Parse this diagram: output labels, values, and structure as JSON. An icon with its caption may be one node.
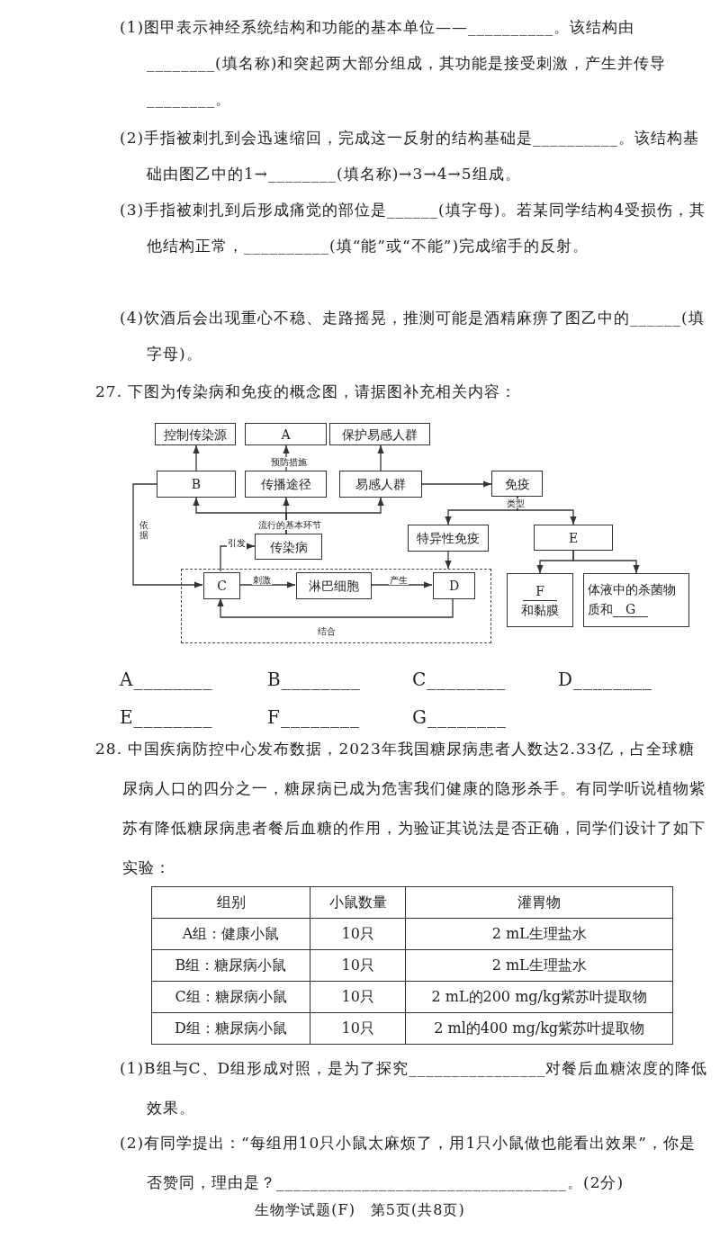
{
  "diagram": {
    "nodes": [
      {
        "text": [
          "控制传染源"
        ]
      },
      {
        "text": [
          "A"
        ]
      },
      {
        "text": [
          "保护易感人群"
        ]
      },
      {
        "text": [
          "B"
        ]
      },
      {
        "text": [
          "传播途径"
        ]
      },
      {
        "text": [
          "易感人群"
        ]
      },
      {
        "text": [
          "免疫"
        ]
      },
      {
        "text": [
          "传染病"
        ]
      },
      {
        "text": [
          "特异性免疫"
        ]
      },
      {
        "text": [
          "E"
        ]
      },
      {
        "text": [],
        "shape": "box"
      },
      {
        "text": [
          "C"
        ],
        "in": 10
      },
      {
        "text": [
          "淋巴细胞"
        ],
        "in": 10
      },
      {
        "text": [
          "D"
        ],
        "in": 10
      },
      {
        "text": [
          "F",
          "和黏膜"
        ]
      },
      {
        "text": [
          "体液中的杀菌物质和",
          "G"
        ]
      }
    ],
    "edges": [
      {
        "from": 3,
        "to": 0,
        "arrow": "to"
      },
      {
        "from": 4,
        "to": 1,
        "arrow": "to",
        "label": "预防措施"
      },
      {
        "from": 5,
        "to": 2,
        "arrow": "to"
      },
      {
        "from": 5,
        "to": 6,
        "arrow": "to"
      },
      {
        "from": 7,
        "to": 3,
        "arrow": "to"
      },
      {
        "from": 7,
        "to": 4,
        "arrow": "to",
        "label": "流行的基本环节"
      },
      {
        "from": 7,
        "to": 5,
        "arrow": "to"
      },
      {
        "from": 11,
        "to": 7,
        "arrow": "to",
        "label": "引发"
      },
      {
        "from": 3,
        "to": 11,
        "arrow": "to",
        "label": "依据"
      },
      {
        "from": 11,
        "to": 12,
        "arrow": "to",
        "label": "刺激"
      },
      {
        "from": 12,
        "to": 13,
        "arrow": "to",
        "label": "产生"
      },
      {
        "from": 13,
        "to": 11,
        "arrow": "to",
        "label": "结合"
      },
      {
        "from": 6,
        "to": 8,
        "arrow": "to",
        "label": "类型"
      },
      {
        "from": 6,
        "to": 9,
        "arrow": "to"
      },
      {
        "from": 8,
        "to": 10,
        "arrow": "to"
      },
      {
        "from": 9,
        "to": 14,
        "arrow": "to"
      },
      {
        "from": 9,
        "to": 15,
        "arrow": "to"
      }
    ],
    "labels": [
      "(1)图甲表示神经系统结构和功能的基本单位——__________。该结构由________(填名称)和突起两大部分组成，其功能是接受刺激，产生并传导________。",
      "(2)手指被刺扎到会迅速缩回，完成这一反射的结构基础是__________。该结构基础由图乙中的1→________(填名称)→3→4→5组成。",
      "(3)手指被刺扎到后形成痛觉的部位是______(填字母)。若某同学结构4受损伤，其他结构正常，__________(填“能”或“不能”)完成缩手的反射。",
      "(4)饮酒后会出现重心不稳、走路摇晃，推测可能是酒精麻痹了图乙中的______(填字母)。",
      "27. 下图为传染病和免疫的概念图，请据图补充相关内容：",
      "A________",
      "B________",
      "C________",
      "D________",
      "E________",
      "F________",
      "G________",
      "28. 中国疾病防控中心发布数据，2023年我国糖尿病患者人数达2.33亿，占全球糖尿病人口的四分之一，糖尿病已成为危害我们健康的隐形杀手。有同学听说植物紫苏有降低糖尿病患者餐后血糖的作用，为验证其说法是否正确，同学们设计了如下实验：",
      "组别",
      "小鼠数量",
      "灌胃物",
      "A组：健康小鼠",
      "10只",
      "2 mL生理盐水",
      "B组：糖尿病小鼠",
      "10只",
      "2 mL生理盐水",
      "C组：糖尿病小鼠",
      "10只",
      "2 mL的200 mg/kg紫苏叶提取物",
      "D组：糖尿病小鼠",
      "10只",
      "2 ml的400 mg/kg紫苏叶提取物",
      "(1)B组与C、D组形成对照，是为了探究________________对餐后血糖浓度的降低效果。",
      "(2)有同学提出：“每组用10只小鼠太麻烦了，用1只小鼠做也能看出效果”，你是否赞同，理由是？__________________________________。(2分)",
      "生物学试题(F)　第5页(共8页)"
    ]
  }
}
